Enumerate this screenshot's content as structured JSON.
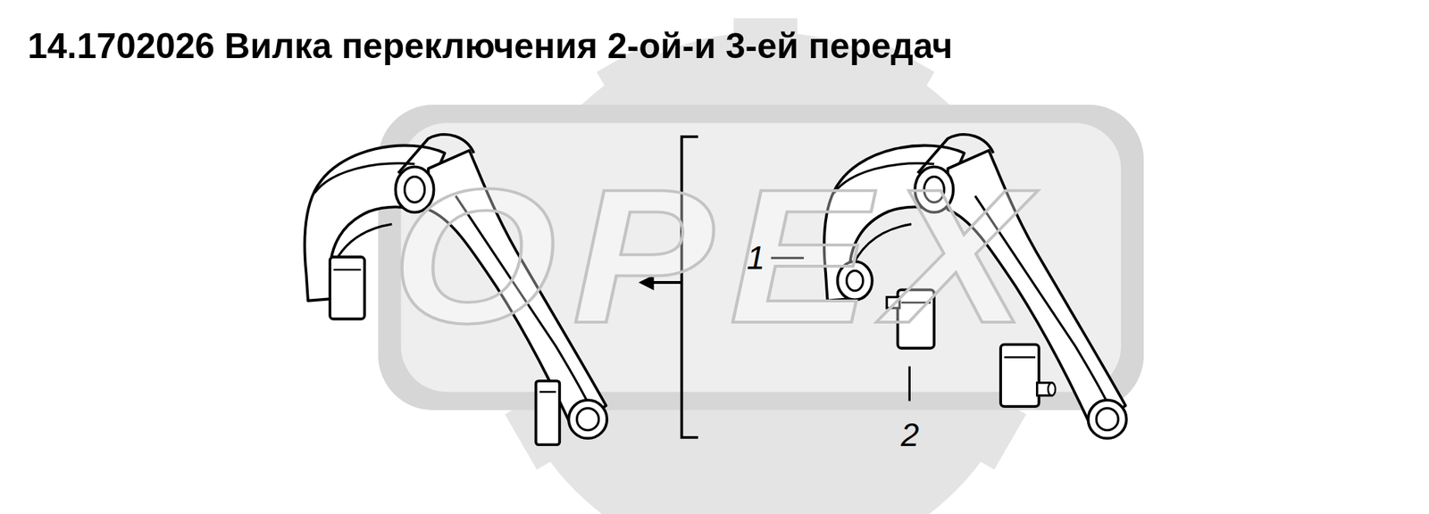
{
  "diagram": {
    "title": "14.1702026 Вилка переключения 2-ой-и 3-ей передач",
    "labels": [
      "OPEX",
      "1",
      "2"
    ]
  }
}
